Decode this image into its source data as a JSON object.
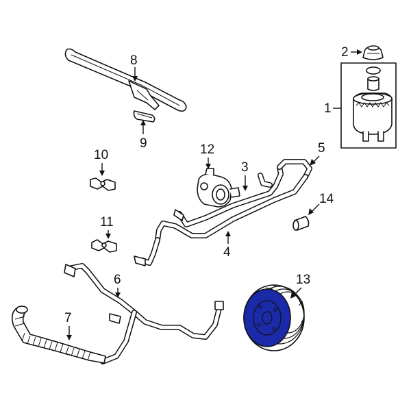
{
  "callouts": [
    {
      "id": "1",
      "label": "1"
    },
    {
      "id": "2",
      "label": "2"
    },
    {
      "id": "3",
      "label": "3"
    },
    {
      "id": "4",
      "label": "4"
    },
    {
      "id": "5",
      "label": "5"
    },
    {
      "id": "6",
      "label": "6"
    },
    {
      "id": "7",
      "label": "7"
    },
    {
      "id": "8",
      "label": "8"
    },
    {
      "id": "9",
      "label": "9"
    },
    {
      "id": "10",
      "label": "10"
    },
    {
      "id": "11",
      "label": "11"
    },
    {
      "id": "12",
      "label": "12"
    },
    {
      "id": "13",
      "label": "13"
    },
    {
      "id": "14",
      "label": "14"
    }
  ],
  "highlight": {
    "part": "13",
    "color": "#1a2aa8"
  }
}
